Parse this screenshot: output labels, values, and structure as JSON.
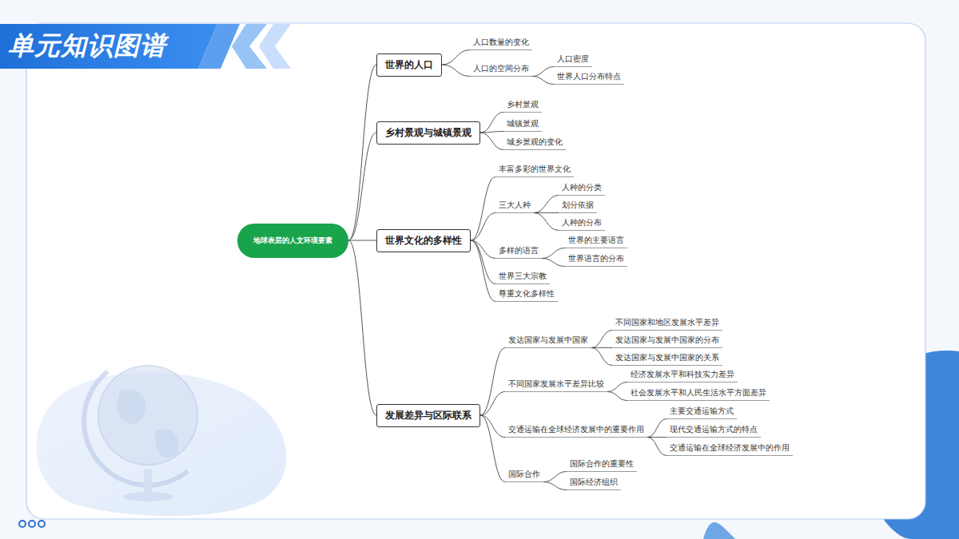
{
  "diagram": {
    "title": "单元知识图谱",
    "nodes": [
      {
        "text": [
          "地球表层的人文环境要素"
        ]
      },
      {
        "text": [
          "世界的人口"
        ]
      },
      {
        "text": [
          "人口数量的变化"
        ]
      },
      {
        "text": [
          "人口的空间分布"
        ]
      },
      {
        "text": [
          "人口密度"
        ]
      },
      {
        "text": [
          "世界人口分布特点"
        ]
      },
      {
        "text": [
          "乡村景观与城镇景观"
        ]
      },
      {
        "text": [
          "乡村景观"
        ]
      },
      {
        "text": [
          "城镇景观"
        ]
      },
      {
        "text": [
          "城乡景观的变化"
        ]
      },
      {
        "text": [
          "世界文化的多样性"
        ]
      },
      {
        "text": [
          "丰富多彩的世界文化"
        ]
      },
      {
        "text": [
          "三大人种"
        ]
      },
      {
        "text": [
          "人种的分类"
        ]
      },
      {
        "text": [
          "划分依据"
        ]
      },
      {
        "text": [
          "人种的分布"
        ]
      },
      {
        "text": [
          "多样的语言"
        ]
      },
      {
        "text": [
          "世界的主要语言"
        ]
      },
      {
        "text": [
          "世界语言的分布"
        ]
      },
      {
        "text": [
          "世界三大宗教"
        ]
      },
      {
        "text": [
          "尊重文化多样性"
        ]
      },
      {
        "text": [
          "发展差异与区际联系"
        ]
      },
      {
        "text": [
          "发达国家与发展中国家"
        ]
      },
      {
        "text": [
          "不同国家和地区发展水平差异"
        ]
      },
      {
        "text": [
          "发达国家与发展中国家的分布"
        ]
      },
      {
        "text": [
          "发达国家与发展中国家的关系"
        ]
      },
      {
        "text": [
          "不同国家发展水平差异比较"
        ]
      },
      {
        "text": [
          "经济发展水平和科技实力差异"
        ]
      },
      {
        "text": [
          "社会发展水平和人民生活水平方面差异"
        ]
      },
      {
        "text": [
          "交通运输在全球经济发展中的重要作用"
        ]
      },
      {
        "text": [
          "主要交通运输方式"
        ]
      },
      {
        "text": [
          "现代交通运输方式的特点"
        ]
      },
      {
        "text": [
          "交通运输在全球经济发展中的作用"
        ]
      },
      {
        "text": [
          "国际合作"
        ]
      },
      {
        "text": [
          "国际合作的重要性"
        ]
      },
      {
        "text": [
          "国际经济组织"
        ]
      }
    ],
    "edges": [
      {
        "from": 0,
        "to": 1,
        "arrow": "none"
      },
      {
        "from": 1,
        "to": 2,
        "arrow": "none"
      },
      {
        "from": 1,
        "to": 3,
        "arrow": "none"
      },
      {
        "from": 3,
        "to": 4,
        "arrow": "none"
      },
      {
        "from": 3,
        "to": 5,
        "arrow": "none"
      },
      {
        "from": 0,
        "to": 6,
        "arrow": "none"
      },
      {
        "from": 6,
        "to": 7,
        "arrow": "none"
      },
      {
        "from": 6,
        "to": 8,
        "arrow": "none"
      },
      {
        "from": 6,
        "to": 9,
        "arrow": "none"
      },
      {
        "from": 0,
        "to": 10,
        "arrow": "none"
      },
      {
        "from": 10,
        "to": 11,
        "arrow": "none"
      },
      {
        "from": 10,
        "to": 12,
        "arrow": "none"
      },
      {
        "from": 12,
        "to": 13,
        "arrow": "none"
      },
      {
        "from": 12,
        "to": 14,
        "arrow": "none"
      },
      {
        "from": 12,
        "to": 15,
        "arrow": "none"
      },
      {
        "from": 10,
        "to": 16,
        "arrow": "none"
      },
      {
        "from": 16,
        "to": 17,
        "arrow": "none"
      },
      {
        "from": 16,
        "to": 18,
        "arrow": "none"
      },
      {
        "from": 10,
        "to": 19,
        "arrow": "none"
      },
      {
        "from": 10,
        "to": 20,
        "arrow": "none"
      },
      {
        "from": 0,
        "to": 21,
        "arrow": "none"
      },
      {
        "from": 21,
        "to": 22,
        "arrow": "none"
      },
      {
        "from": 22,
        "to": 23,
        "arrow": "none"
      },
      {
        "from": 22,
        "to": 24,
        "arrow": "none"
      },
      {
        "from": 22,
        "to": 25,
        "arrow": "none"
      },
      {
        "from": 21,
        "to": 26,
        "arrow": "none"
      },
      {
        "from": 26,
        "to": 27,
        "arrow": "none"
      },
      {
        "from": 26,
        "to": 28,
        "arrow": "none"
      },
      {
        "from": 21,
        "to": 29,
        "arrow": "none"
      },
      {
        "from": 29,
        "to": 30,
        "arrow": "none"
      },
      {
        "from": 29,
        "to": 31,
        "arrow": "none"
      },
      {
        "from": 29,
        "to": 32,
        "arrow": "none"
      },
      {
        "from": 21,
        "to": 33,
        "arrow": "none"
      },
      {
        "from": 33,
        "to": 34,
        "arrow": "none"
      },
      {
        "from": 33,
        "to": 35,
        "arrow": "none"
      }
    ]
  }
}
